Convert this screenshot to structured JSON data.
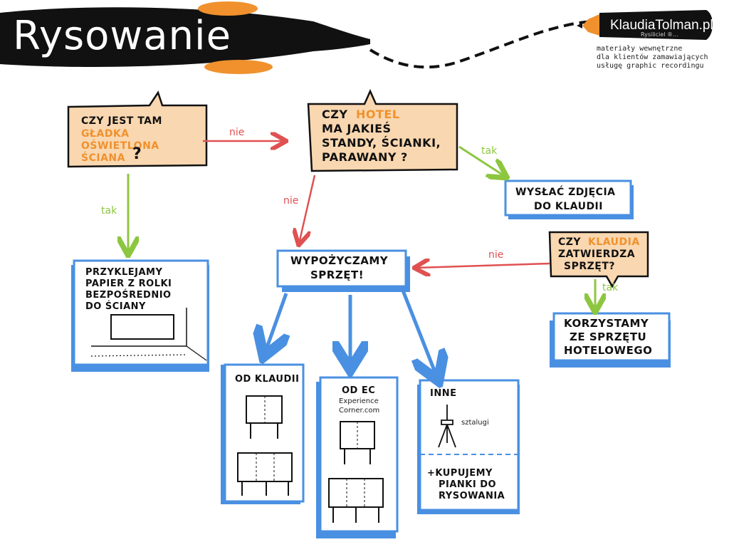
{
  "header": {
    "title": "Rysowanie",
    "brand": "KlaudiaTolman.pl",
    "brand_sub": "Rysiliciel ®...",
    "note_lines": [
      "materiały wewnętrzne",
      "dla klientów zamawiających",
      "usługę graphic recordingu"
    ]
  },
  "nodes": {
    "q_wall": {
      "line1": "Czy jest tam",
      "line2": "Gładka",
      "line3": "oświetlona",
      "line4": "ściana",
      "q": "?"
    },
    "q_hotel": {
      "line1": "Czy",
      "hl": "Hotel",
      "line2": "Ma jakieś",
      "line3": "standy, ścianki,",
      "line4": "parawany ?"
    },
    "send_photos": {
      "line1": "Wysłać zdjęcia",
      "line2": "do Klaudii"
    },
    "q_klaudia": {
      "line1": "Czy",
      "hl": "Klaudia",
      "line2": "zatwierdza",
      "line3": "sprzęt?"
    },
    "rent": {
      "line1": "Wypożyczamy",
      "line2": "sprzęt!"
    },
    "stick_paper": {
      "line1": "Przyklejamy",
      "line2": "papier z rolki",
      "line3": "bezpośrednio",
      "line4": "do ściany"
    },
    "hotel_equipment": {
      "line1": "Korzystamy",
      "line2": "ze sprzętu",
      "line3": "hotelowego"
    },
    "from_klaudia": {
      "title": "Od Klaudii"
    },
    "from_ec": {
      "title": "Od EC",
      "sub1": "Experience",
      "sub2": "Corner.com"
    },
    "other": {
      "title": "Inne",
      "easel": "sztalugi",
      "buy1": "+Kupujemy",
      "buy2": "pianki do",
      "buy3": "rysowania"
    }
  },
  "edges": {
    "nie": "nie",
    "tak": "tak"
  },
  "colors": {
    "orange": "#f0912d",
    "blue": "#4a90e2",
    "red": "#e05151",
    "green": "#8dc63f",
    "box_fill": "#f9d7b0"
  }
}
